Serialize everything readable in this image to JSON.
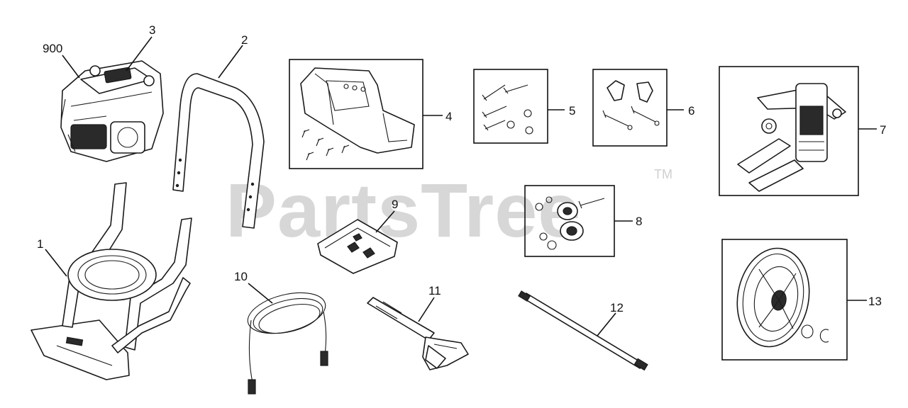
{
  "watermark": {
    "text": "PartsTree",
    "trademark": "TM"
  },
  "callouts": {
    "c900": "900",
    "c3": "3",
    "c2": "2",
    "c1": "1",
    "c4": "4",
    "c5": "5",
    "c6": "6",
    "c7": "7",
    "c8": "8",
    "c9": "9",
    "c10": "10",
    "c11": "11",
    "c12": "12",
    "c13": "13"
  }
}
